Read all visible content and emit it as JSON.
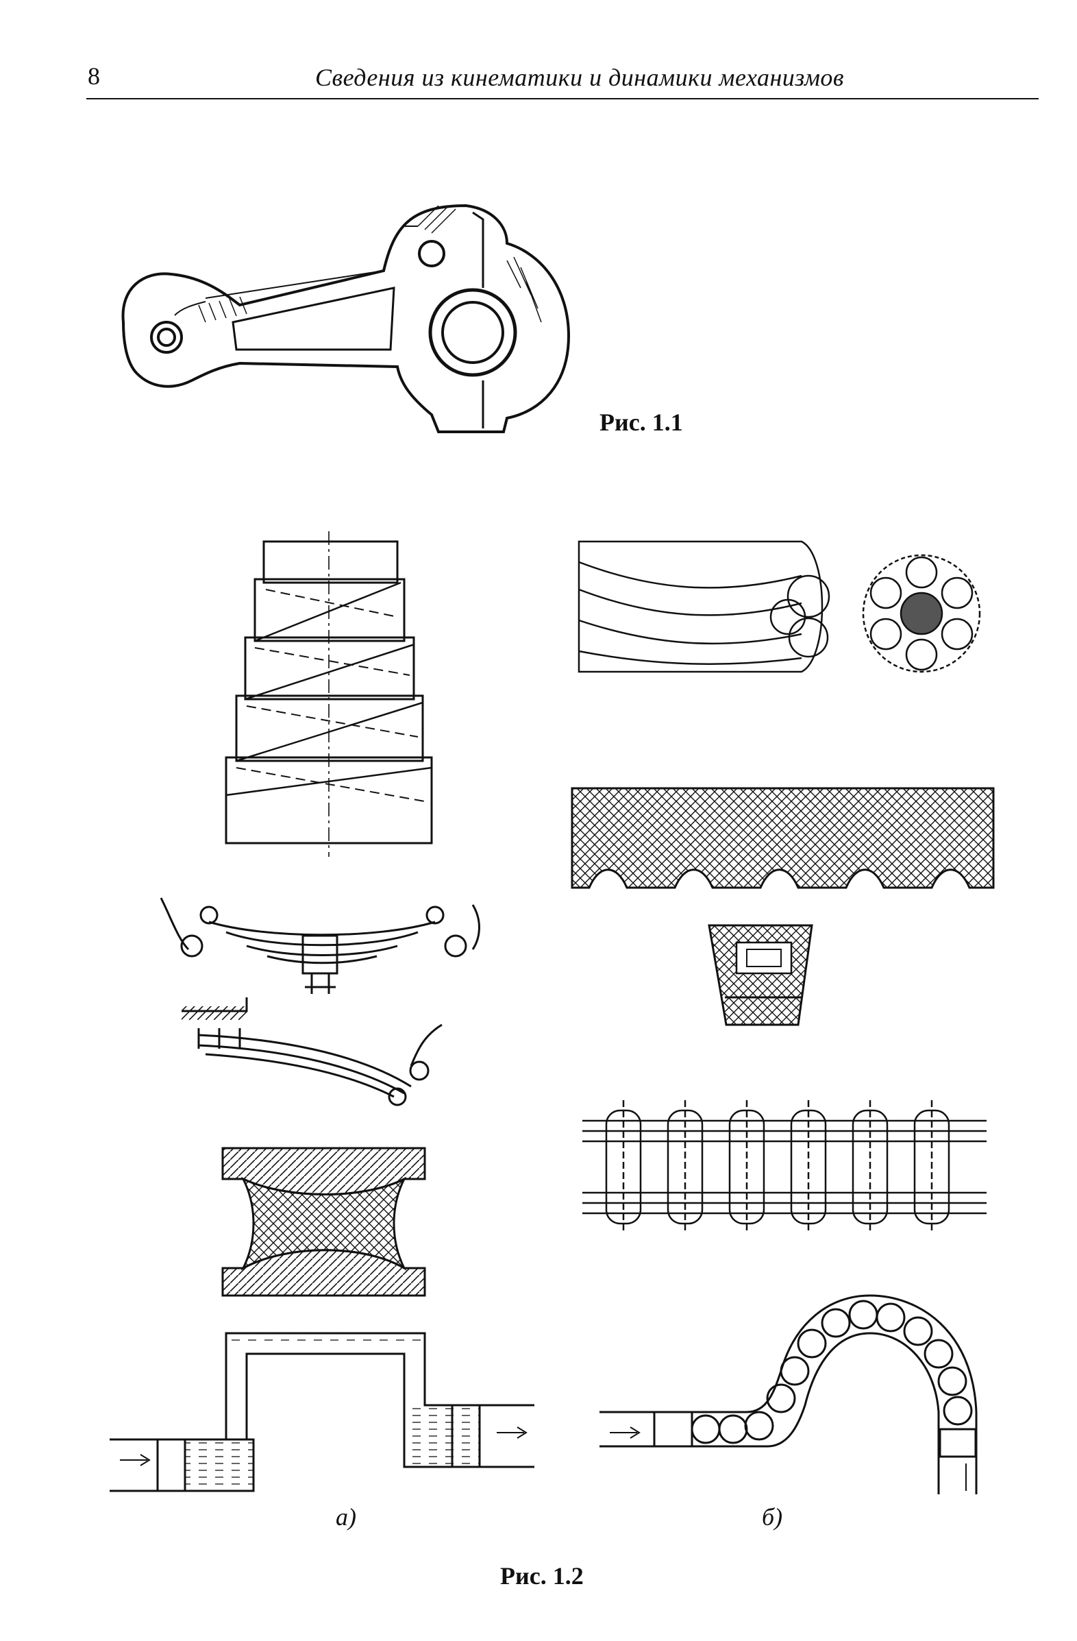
{
  "header": {
    "page_number": "8",
    "running_title": "Сведения из кинематики и динамики механизмов"
  },
  "figures": {
    "fig_1_1_caption": "Рис. 1.1",
    "fig_1_2_caption": "Рис. 1.2",
    "sub_a": "а)",
    "sub_b": "б)"
  }
}
